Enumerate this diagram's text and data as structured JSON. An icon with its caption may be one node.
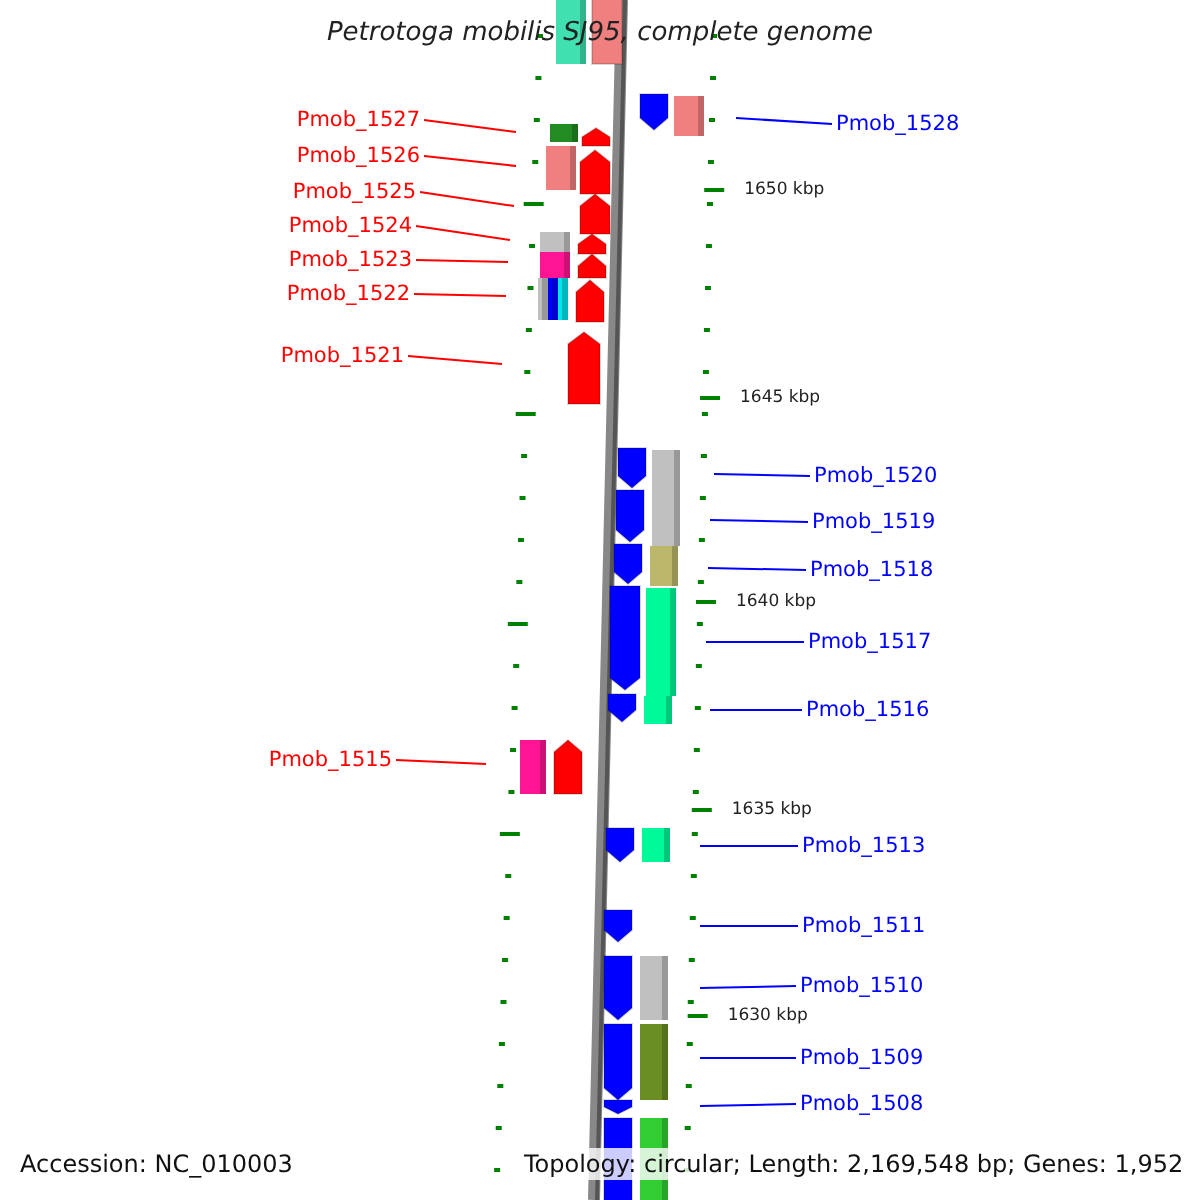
{
  "diagram": {
    "title": "Petrotoga mobilis SJ95, complete genome",
    "nodes": [
      {
        "text": [
          "Pmob_1527"
        ]
      },
      {
        "text": [
          "Pmob_1526"
        ]
      },
      {
        "text": [
          "Pmob_1525"
        ]
      },
      {
        "text": [
          "Pmob_1524"
        ]
      },
      {
        "text": [
          "Pmob_1523"
        ]
      },
      {
        "text": [
          "Pmob_1522"
        ]
      },
      {
        "text": [
          "Pmob_1521"
        ]
      },
      {
        "text": [
          "Pmob_1515"
        ]
      },
      {
        "text": [
          "Pmob_1528"
        ]
      },
      {
        "text": [
          "Pmob_1520"
        ]
      },
      {
        "text": [
          "Pmob_1519"
        ]
      },
      {
        "text": [
          "Pmob_1518"
        ]
      },
      {
        "text": [
          "Pmob_1517"
        ]
      },
      {
        "text": [
          "Pmob_1516"
        ]
      },
      {
        "text": [
          "Pmob_1513"
        ]
      },
      {
        "text": [
          "Pmob_1511"
        ]
      },
      {
        "text": [
          "Pmob_1510"
        ]
      },
      {
        "text": [
          "Pmob_1509"
        ]
      },
      {
        "text": [
          "Pmob_1508"
        ]
      }
    ],
    "edges": [
      {
        "from": 0,
        "to": null,
        "arrow": "none",
        "color": "#ff0000"
      },
      {
        "from": 1,
        "to": null,
        "arrow": "none",
        "color": "#ff0000"
      },
      {
        "from": 2,
        "to": null,
        "arrow": "none",
        "color": "#ff0000"
      },
      {
        "from": 3,
        "to": null,
        "arrow": "none",
        "color": "#ff0000"
      },
      {
        "from": 4,
        "to": null,
        "arrow": "none",
        "color": "#ff0000"
      },
      {
        "from": 5,
        "to": null,
        "arrow": "none",
        "color": "#ff0000"
      },
      {
        "from": 6,
        "to": null,
        "arrow": "none",
        "color": "#ff0000"
      },
      {
        "from": 7,
        "to": null,
        "arrow": "none",
        "color": "#ff0000"
      },
      {
        "from": 8,
        "to": null,
        "arrow": "none"
      },
      {
        "from": 9,
        "to": null,
        "arrow": "none"
      },
      {
        "from": 10,
        "to": null,
        "arrow": "none"
      },
      {
        "from": 11,
        "to": null,
        "arrow": "none"
      },
      {
        "from": 12,
        "to": null,
        "arrow": "none"
      },
      {
        "from": 13,
        "to": null,
        "arrow": "none"
      },
      {
        "from": 14,
        "to": null,
        "arrow": "none"
      },
      {
        "from": 15,
        "to": null,
        "arrow": "none"
      },
      {
        "from": 16,
        "to": null,
        "arrow": "none"
      },
      {
        "from": 17,
        "to": null,
        "arrow": "none"
      },
      {
        "from": 18,
        "to": null,
        "arrow": "none"
      }
    ],
    "labels": [
      "1650 kbp",
      "1645 kbp",
      "1640 kbp",
      "1635 kbp",
      "1630 kbp",
      "Accession: NC_010003",
      "Topology: circular; Length: 2,169,548 bp; Genes: 1,952"
    ]
  }
}
